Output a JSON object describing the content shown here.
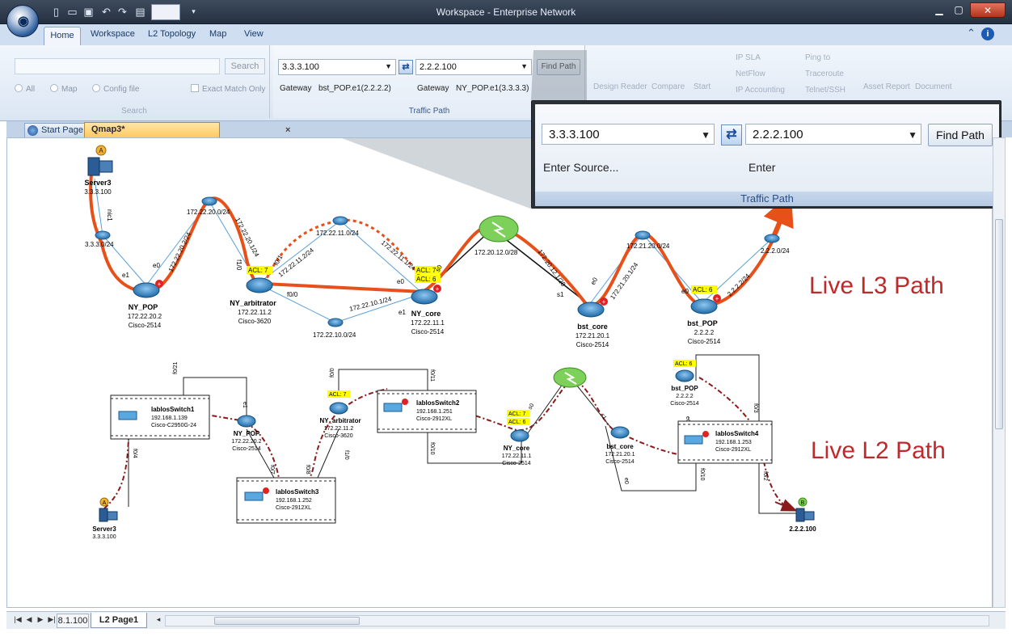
{
  "window": {
    "title": "Workspace - Enterprise Network"
  },
  "ribbon": {
    "tabs": [
      "Home",
      "Workspace",
      "L2 Topology",
      "Map",
      "View"
    ],
    "search": {
      "button": "Search",
      "radio_all": "All",
      "radio_map": "Map",
      "radio_config": "Config file",
      "exact_match": "Exact Match Only",
      "group_label": "Search"
    },
    "traffic_path": {
      "source": "3.3.3.100",
      "destination": "2.2.2.100",
      "find_path": "Find Path",
      "gateway_label_1": "Gateway",
      "gateway_value_1": "bst_POP.e1(2.2.2.2)",
      "gateway_label_2": "Gateway",
      "gateway_value_2": "NY_POP.e1(3.3.3.3)",
      "group_label": "Traffic Path"
    },
    "faded_tools": {
      "design_reader": "Design Reader",
      "compare": "Compare",
      "start": "Start",
      "ip_sla": "IP SLA",
      "netflow": "NetFlow",
      "ip_accounting": "IP Accounting",
      "ping_to": "Ping to",
      "traceroute": "Traceroute",
      "telnet_ssh": "Telnet/SSH",
      "asset_report": "Asset Report",
      "document": "Document"
    }
  },
  "callout": {
    "source": "3.3.3.100",
    "destination": "2.2.2.100",
    "find_path": "Find Path",
    "hint_source": "Enter Source...",
    "hint_dest": "Enter",
    "group_label": "Traffic Path"
  },
  "doc_tabs": {
    "start_page": "Start Page",
    "qmap": "Qmap3*",
    "close": "×"
  },
  "map": {
    "l3_title": "Live L3 Path",
    "l2_title": "Live L2 Path",
    "l3": {
      "server3": {
        "name": "Server3",
        "ip": "3.3.3.100",
        "badge": "A",
        "iface": "nic1"
      },
      "subnet_3": "3.3.3.0/24",
      "ny_pop": {
        "name": "NY_POP",
        "ip": "172.22.20.2",
        "model": "Cisco-2514",
        "if_e1": "e1",
        "if_e0": "e0"
      },
      "subnet_20": "172.22.20.0/24",
      "link_20_2": "172.22.20.2/24",
      "link_20_1": "172.22.20.1/24",
      "ny_arb": {
        "name": "NY_arbitrator",
        "ip": "172.22.11.2",
        "model": "Cisco-3620",
        "acl": "ACL: 7",
        "if_f11": "f1/0",
        "if_f01": "f0/1",
        "if_f00": "f0/0"
      },
      "subnet_11": "172.22.11.0/24",
      "link_11_2": "172.22.11.2/24",
      "link_11_1": "172.22.11.1/24",
      "subnet_10": "172.22.10.0/24",
      "link_10_1": "172.22.10.1/24",
      "ny_core": {
        "name": "NY_core",
        "ip": "172.22.11.1",
        "model": "Cisco-2514",
        "acl1": "ACL: 7",
        "acl2": "ACL: 6",
        "if_e1": "e1",
        "if_e0": "e0",
        "if_s0": "s0"
      },
      "subnet_12": "172.20.12.0/28",
      "link_12_1": "172.20.12.1/28",
      "bst_core": {
        "name": "bst_core",
        "ip": "172.21.20.1",
        "model": "Cisco-2514",
        "if_s1": "s1",
        "if_e0": "e0"
      },
      "subnet_21": "172.21.20.0/24",
      "link_21_2": "172.21.20.1/24",
      "bst_pop": {
        "name": "bst_POP",
        "ip": "2.2.2.2",
        "model": "Cisco-2514",
        "acl": "ACL: 6",
        "if_e0": "e0"
      },
      "link_2_2": "2.2.2.2/24",
      "subnet_2": "2.2.2.0/24"
    },
    "l2": {
      "switch1": {
        "name": "lablosSwitch1",
        "ip": "192.168.1.139",
        "model": "Cisco-C2950G-24",
        "port_a": "f0/21",
        "port_b": "f0/4"
      },
      "ny_pop": {
        "name": "NY_POP",
        "ip": "172.22.20.2",
        "model": "Cisco-2514",
        "port": "e1"
      },
      "switch3": {
        "name": "lablosSwitch3",
        "ip": "192.168.1.252",
        "model": "Cisco-2912XL",
        "port_a": "f0/7",
        "port_b": "f0/8"
      },
      "ny_arb": {
        "name": "NY_arbitrator",
        "ip": "172.22.11.2",
        "model": "Cisco-3620",
        "acl": "ACL: 7",
        "port_a": "f0/0",
        "port_b": "f1/0"
      },
      "switch2": {
        "name": "lablosSwitch2",
        "ip": "192.168.1.251",
        "model": "Cisco-2912XL",
        "port_a": "f0/11",
        "port_b": "f0/10"
      },
      "ny_core": {
        "name": "NY_core",
        "ip": "172.22.11.1",
        "model": "Cisco-2514",
        "acl1": "ACL: 7",
        "acl2": "ACL: 6",
        "port": "s0"
      },
      "bst_core": {
        "name": "bst_core",
        "ip": "172.21.20.1",
        "model": "Cisco-2514",
        "port_a": "s1",
        "port_b": "e0"
      },
      "bst_pop": {
        "name": "bst_POP",
        "ip": "2.2.2.2",
        "model": "Cisco-2514",
        "acl": "ACL: 6",
        "port": "e0"
      },
      "switch4": {
        "name": "lablosSwitch4",
        "ip": "192.168.1.253",
        "model": "Cisco-2912XL",
        "port_a": "f0/3",
        "port_b": "f0/10",
        "port_c": "f0/2"
      },
      "server3": {
        "name": "Server3",
        "ip": "3.3.3.100",
        "badge": "A"
      },
      "dest": {
        "name": "2.2.2.100",
        "badge": "B"
      }
    }
  },
  "bottom": {
    "page_1": "8.1.100",
    "page_2": "L2 Page1"
  },
  "colors": {
    "path_orange": "#e8501a",
    "path_l2": "#8b1a1a",
    "title_red": "#c0282a",
    "acl_yellow": "#ffff00"
  }
}
